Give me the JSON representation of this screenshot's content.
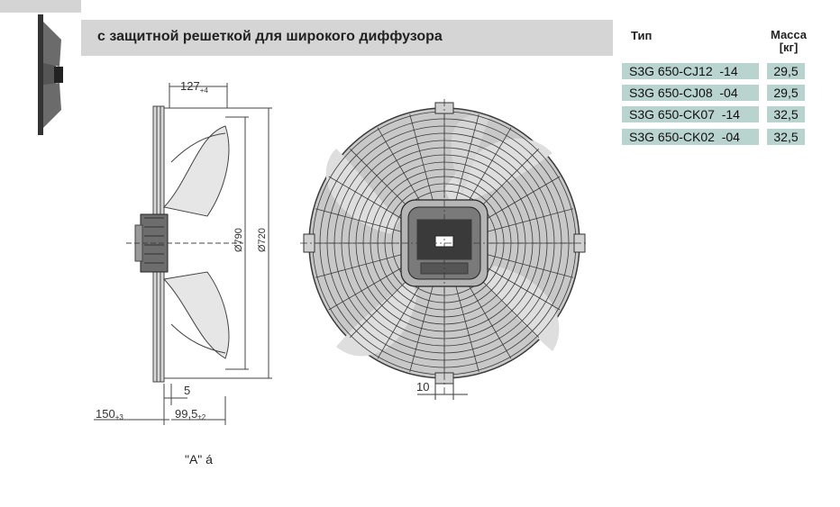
{
  "header": {
    "title": "с защитной решеткой для широкого диффузора",
    "col_type": "Тип",
    "col_mass": "Масса",
    "col_mass_unit": "[кг]"
  },
  "rows": [
    {
      "type": "S3G 650-CJ12  -14",
      "mass": "29,5"
    },
    {
      "type": "S3G 650-CJ08  -04",
      "mass": "29,5"
    },
    {
      "type": "S3G 650-CK07  -14",
      "mass": "32,5"
    },
    {
      "type": "S3G 650-CK02  -04",
      "mass": "32,5"
    }
  ],
  "dims": {
    "width_127": "127",
    "width_127_tol": "+4",
    "dia_1": "Ø790",
    "dia_2": "Ø720",
    "gap_5": "5",
    "offset_150": "150",
    "offset_150_tol": "+3",
    "offset_99": "99,5",
    "offset_99_tol": "±2",
    "side_10": "10"
  },
  "caption": "\"A\" á",
  "colors": {
    "header_bg": "#d5d5d5",
    "row_bg": "#b9d3ce"
  }
}
